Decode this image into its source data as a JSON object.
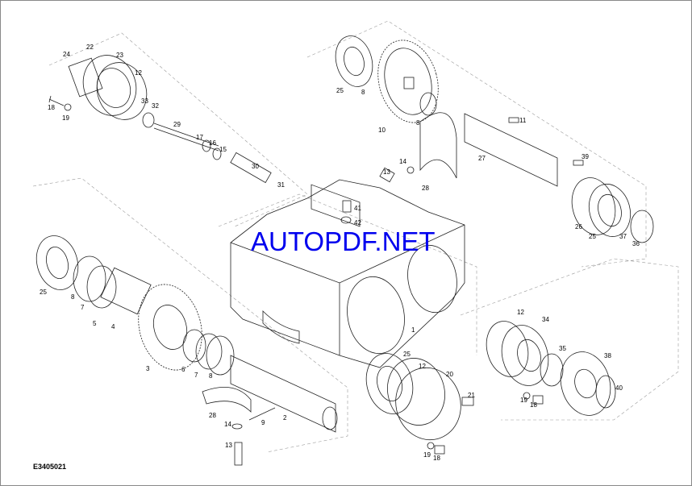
{
  "figure_code": "E3405021",
  "watermark": "AUTOPDF.NET",
  "watermark_color": "#0000ee",
  "part_labels": [
    "22",
    "24",
    "23",
    "12",
    "18",
    "19",
    "33",
    "32",
    "29",
    "17",
    "16",
    "15",
    "30",
    "31",
    "25",
    "8",
    "10",
    "8",
    "11",
    "27",
    "14",
    "13",
    "28",
    "39",
    "41",
    "42",
    "26",
    "25",
    "37",
    "36",
    "25",
    "8",
    "7",
    "5",
    "4",
    "3",
    "6",
    "7",
    "8",
    "1",
    "28",
    "14",
    "9",
    "2",
    "13",
    "25",
    "12",
    "20",
    "21",
    "19",
    "18",
    "12",
    "34",
    "35",
    "38",
    "40",
    "19",
    "18"
  ]
}
